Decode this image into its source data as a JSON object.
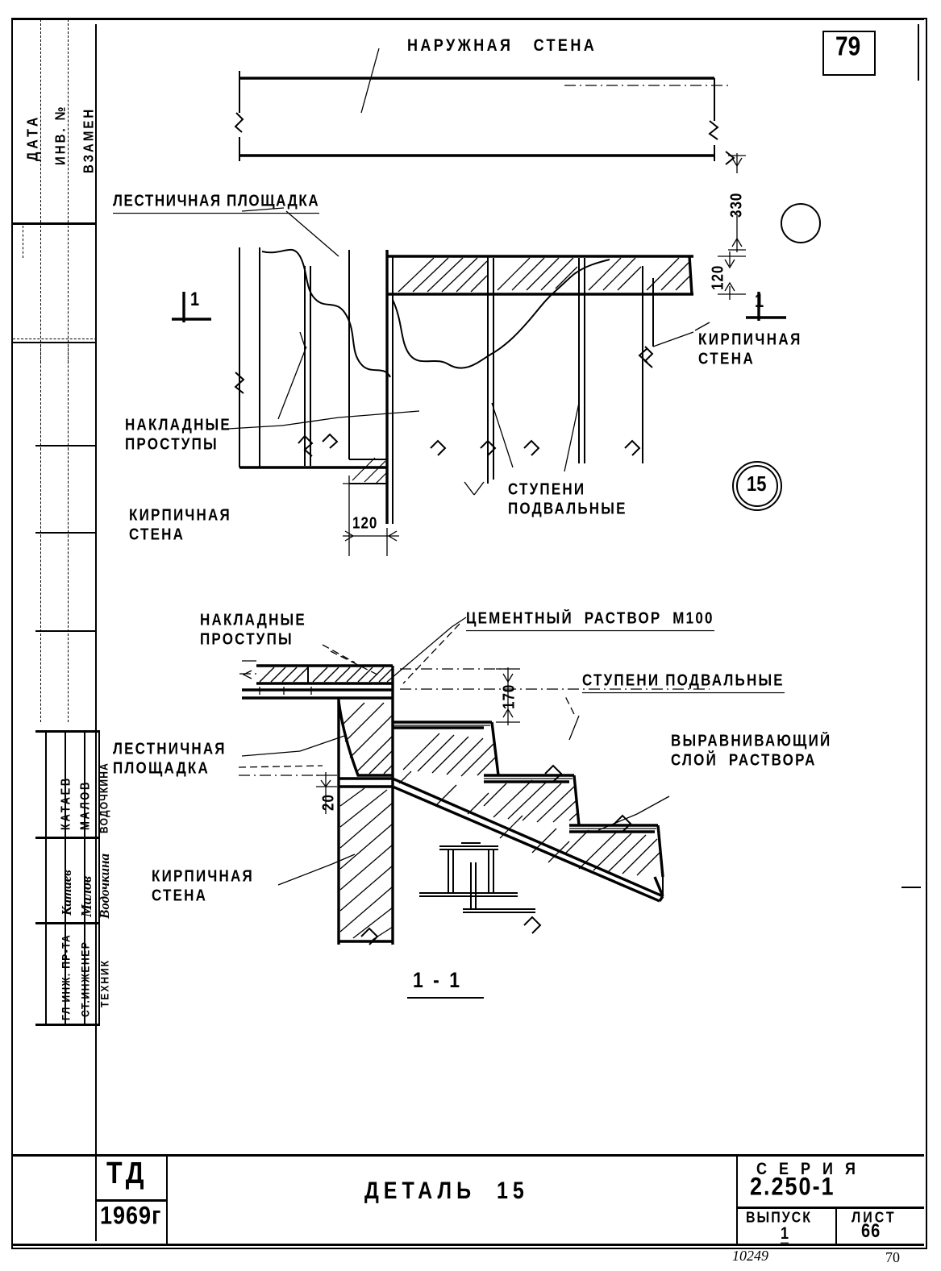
{
  "drawing": {
    "top_title": "НАРУЖНАЯ   СТЕНА",
    "sheet_corner_number": "79",
    "detail_marker": "15",
    "section_marker_left": "1",
    "section_marker_right": "1",
    "section_view_title": "1 - 1"
  },
  "labels": {
    "landing_top": "ЛЕСТНИЧНАЯ ПЛОЩАДКА",
    "brick_wall_right": "КИРПИЧНАЯ\nСТЕНА",
    "overlay_treads_top": "НАКЛАДНЫЕ\nПРОСТУПЫ",
    "brick_wall_left": "КИРПИЧНАЯ\nСТЕНА",
    "basement_steps_top": "СТУПЕНИ\nПОДВАЛЬНЫЕ",
    "overlay_treads_bottom": "НАКЛАДНЫЕ\nПРОСТУПЫ",
    "cement_mortar": "ЦЕМЕНТНЫЙ  РАСТВОР  М100",
    "basement_steps_bottom": "СТУПЕНИ ПОДВАЛЬНЫЕ",
    "leveling_layer": "ВЫРАВНИВАЮЩИЙ\nСЛОЙ  РАСТВОРА",
    "landing_bottom": "ЛЕСТНИЧНАЯ\nПЛОЩАДКА",
    "brick_wall_bottom": "КИРПИЧНАЯ\nСТЕНА"
  },
  "dimensions": {
    "wall_thickness": "330",
    "slab_thickness": "120",
    "tread_width": "120",
    "riser_height": "170",
    "mortar_bed": "20"
  },
  "left_stamp": {
    "columns": [
      "ДАТА",
      "ИНВ. №",
      "ВЗАМЕН"
    ],
    "roles": [
      "ГЛ ИНЖ. ПР-ТА",
      "СТ.ИНЖЕНЕР",
      "ТЕХНИК"
    ],
    "names": [
      "КАТАЕВ",
      "МАЛОВ",
      "ВОДОЧКИНА"
    ],
    "signatures": [
      "Катаев",
      "Малов",
      "Водочкина"
    ]
  },
  "title_block": {
    "org_code": "ТД",
    "year": "1969г",
    "detail_title": "ДЕТАЛЬ  15",
    "series_label": "С Е Р И Я",
    "series_value": "2.250-1",
    "issue_label": "ВЫПУСК",
    "issue_value": "1",
    "sheet_label": "ЛИСТ",
    "sheet_value": "66",
    "stamp_number": "10249",
    "page_number": "70"
  }
}
